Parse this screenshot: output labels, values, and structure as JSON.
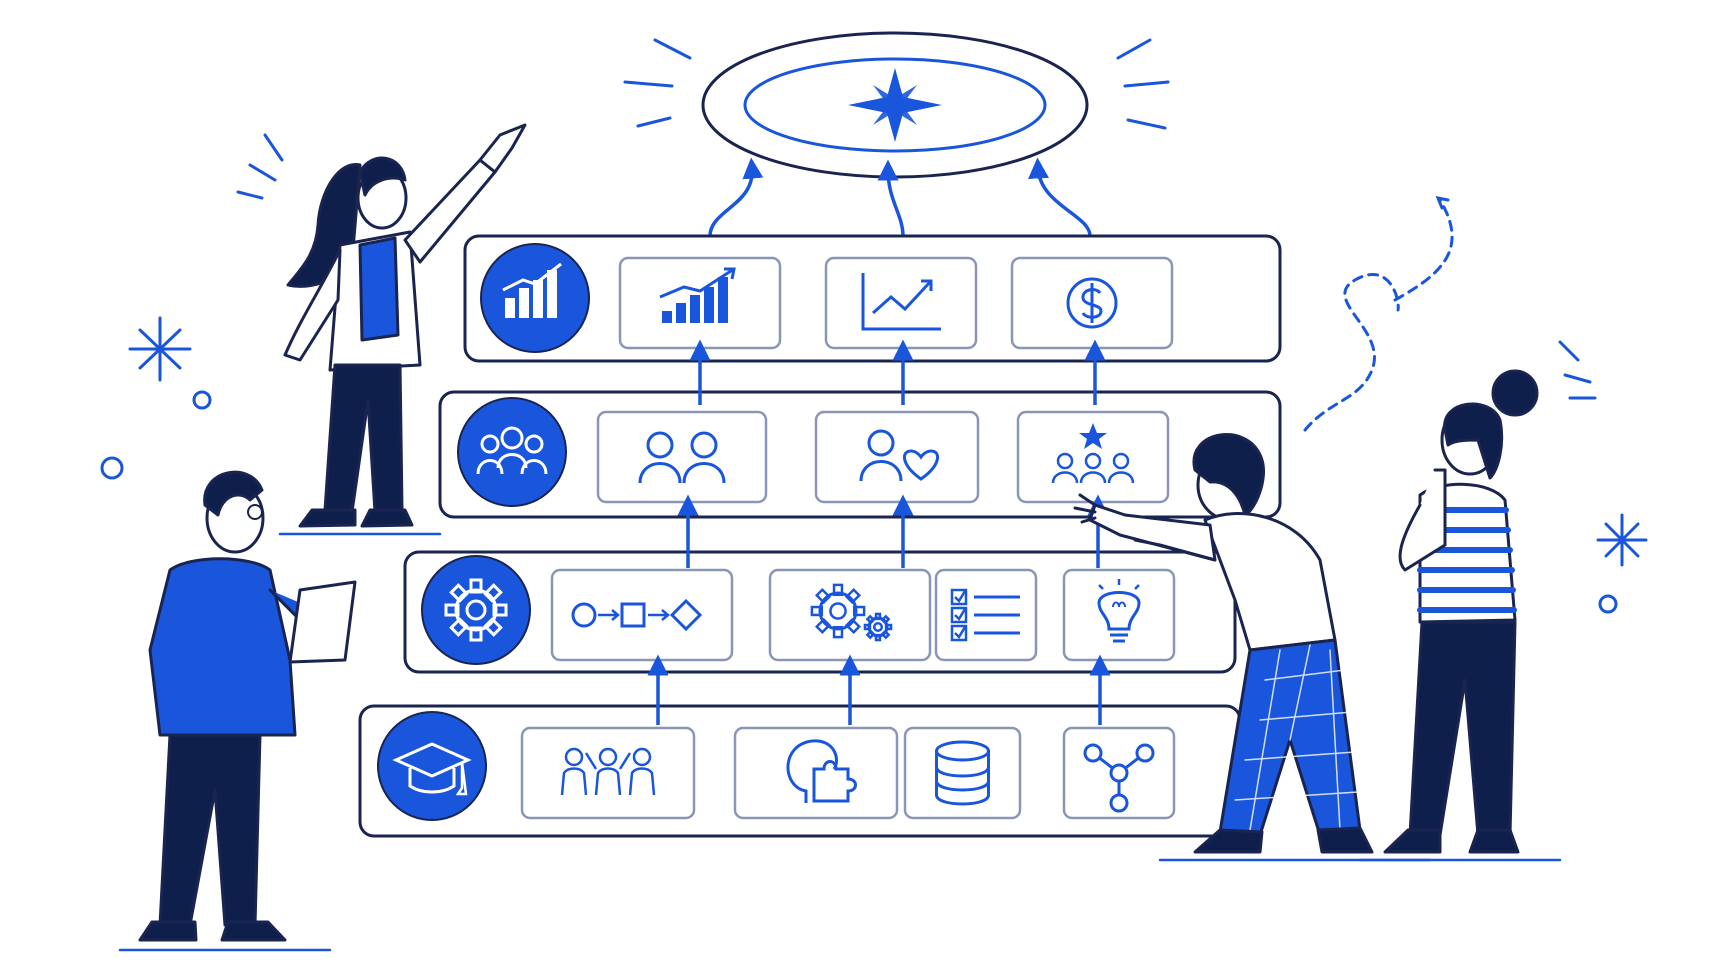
{
  "colors": {
    "accent": "#1a56db",
    "navy": "#0f1f4b",
    "outline": "#1a2450",
    "card_stroke": "#8a96b8",
    "skin": "#ffffff",
    "background": "#ffffff"
  },
  "goal": {
    "icon": "compass-star-icon"
  },
  "layers": [
    {
      "name": "outcomes-layer",
      "badge_icon": "growth-bars-icon",
      "cards": [
        "rising-bars-icon",
        "line-graph-icon",
        "dollar-coin-icon"
      ]
    },
    {
      "name": "customers-layer",
      "badge_icon": "team-group-icon",
      "cards": [
        "two-people-icon",
        "person-heart-icon",
        "star-team-icon"
      ]
    },
    {
      "name": "processes-layer",
      "badge_icon": "gear-icon",
      "cards": [
        "process-flow-icon",
        "gears-icon",
        "checklist-icon",
        "lightbulb-icon"
      ]
    },
    {
      "name": "learning-layer",
      "badge_icon": "graduation-cap-icon",
      "cards": [
        "collaboration-icon",
        "head-puzzle-icon",
        "database-icon",
        "network-nodes-icon"
      ]
    }
  ],
  "people": [
    "woman-pointing-up",
    "man-with-tablet",
    "man-pushing-card",
    "woman-thinking"
  ]
}
